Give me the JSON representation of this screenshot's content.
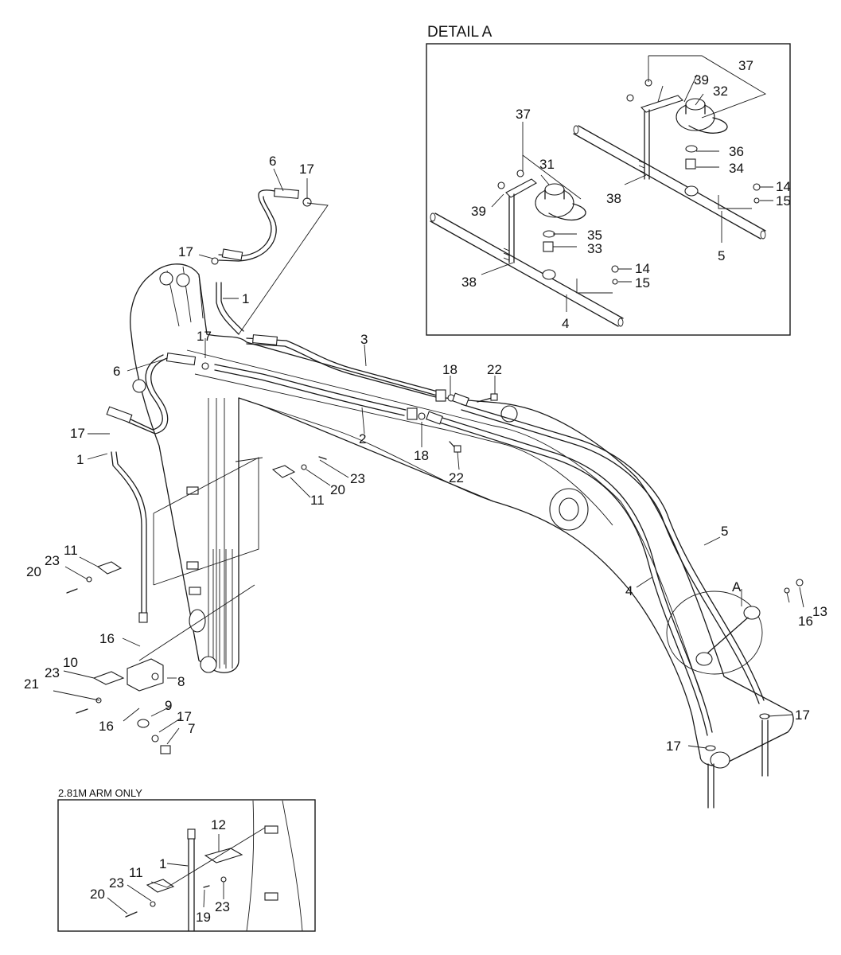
{
  "detail_title": "DETAIL  A",
  "inset_title": "2.81M ARM ONLY",
  "detail_marker": "A",
  "callouts": {
    "c1a": "1",
    "c1b": "1",
    "c1c": "1",
    "c2": "2",
    "c3": "3",
    "c4a": "4",
    "c4b": "4",
    "c5a": "5",
    "c5b": "5",
    "c6a": "6",
    "c6b": "6",
    "c7": "7",
    "c8": "8",
    "c9": "9",
    "c10": "10",
    "c11a": "11",
    "c11b": "11",
    "c11c": "11",
    "c12": "12",
    "c13": "13",
    "c14a": "14",
    "c14b": "14",
    "c15a": "15",
    "c15b": "15",
    "c16a": "16",
    "c16b": "16",
    "c16c": "16",
    "c17a": "17",
    "c17b": "17",
    "c17c": "17",
    "c17d": "17",
    "c17e": "17",
    "c17f": "17",
    "c17g": "17",
    "c18a": "18",
    "c18b": "18",
    "c19": "19",
    "c20a": "20",
    "c20b": "20",
    "c20c": "20",
    "c21": "21",
    "c22a": "22",
    "c22b": "22",
    "c23a": "23",
    "c23b": "23",
    "c23c": "23",
    "c23d": "23",
    "c23e": "23",
    "c31": "31",
    "c32": "32",
    "c33": "33",
    "c34": "34",
    "c35": "35",
    "c36": "36",
    "c37a": "37",
    "c37b": "37",
    "c38a": "38",
    "c38b": "38",
    "c39a": "39",
    "c39b": "39"
  }
}
